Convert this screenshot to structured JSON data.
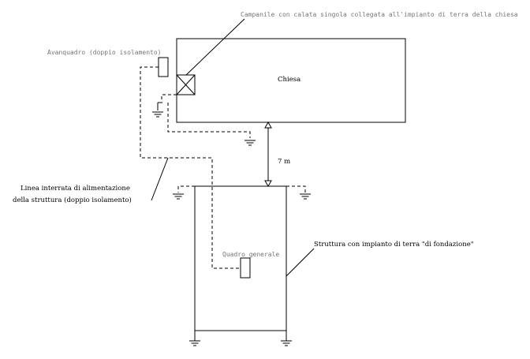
{
  "labels": {
    "campanile": "Campanile con calata singola collegata all'impianto di terra della chiesa",
    "avanquadro": "Avanquadro (doppio isolamento)",
    "chiesa": "Chiesa",
    "distance": "7 m",
    "linea_line1": "Linea interrata di alimentazione",
    "linea_line2": "della struttura (doppio isolamento)",
    "struttura": "Struttura con impianto di terra \"di fondazione\"",
    "quadro": "Quadro generale"
  }
}
